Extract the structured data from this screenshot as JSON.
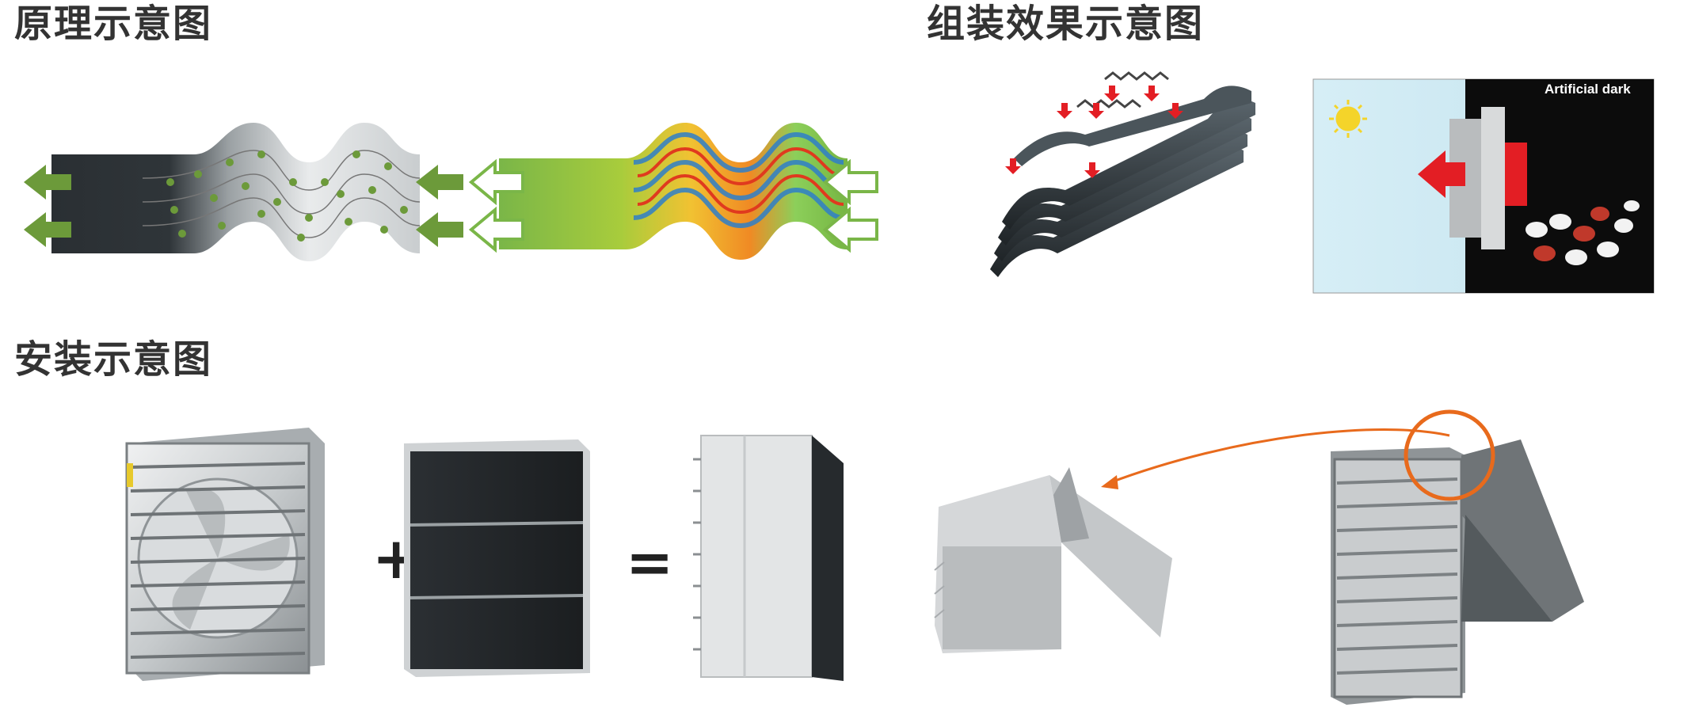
{
  "sections": {
    "principle_title": "原理示意图",
    "assembly_title": "组装效果示意图",
    "installation_title": "安装示意图"
  },
  "assembly": {
    "chamber_label": "Artificial dark"
  },
  "installation": {
    "plus_sign": "+",
    "equals_sign": "="
  },
  "colors": {
    "title_text": "#333333",
    "flow_arrow_green": "#6c9a3a",
    "panel_dark": "#2e3439",
    "heat_green": "#7ab648",
    "heat_red": "#e03a1e",
    "red_arrow": "#e31e24",
    "sky_light_blue": "#d6eef6",
    "orange_highlight": "#e86a1c"
  }
}
